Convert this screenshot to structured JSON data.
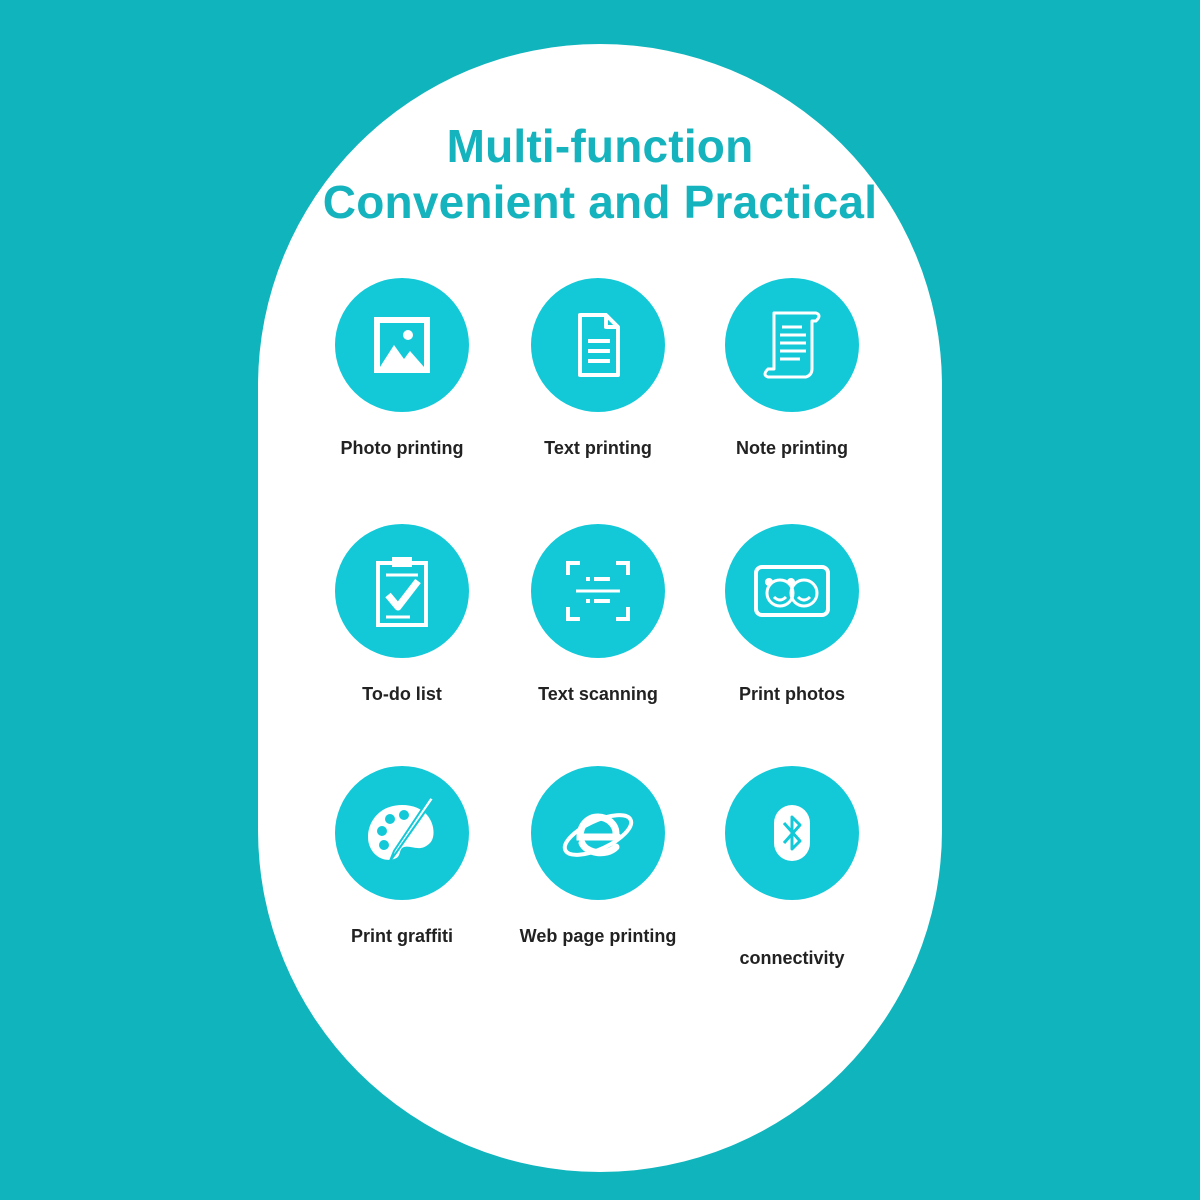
{
  "title": {
    "line1": "Multi-function",
    "line2": "Convenient and Practical"
  },
  "colors": {
    "background": "#0fb4bd",
    "title": "#14b3bd",
    "icon_circle": "#13c9d8",
    "panel": "#ffffff"
  },
  "features": [
    {
      "label": "Photo printing",
      "icon": "photo-icon"
    },
    {
      "label": "Text printing",
      "icon": "document-icon"
    },
    {
      "label": "Note printing",
      "icon": "scroll-icon"
    },
    {
      "label": "To-do list",
      "icon": "clipboard-check-icon"
    },
    {
      "label": "Text scanning",
      "icon": "scan-icon"
    },
    {
      "label": "Print photos",
      "icon": "faces-photo-icon"
    },
    {
      "label": "Print graffiti",
      "icon": "palette-icon"
    },
    {
      "label": "Web page printing",
      "icon": "browser-e-icon"
    },
    {
      "label": "connectivity",
      "icon": "bluetooth-icon"
    }
  ]
}
